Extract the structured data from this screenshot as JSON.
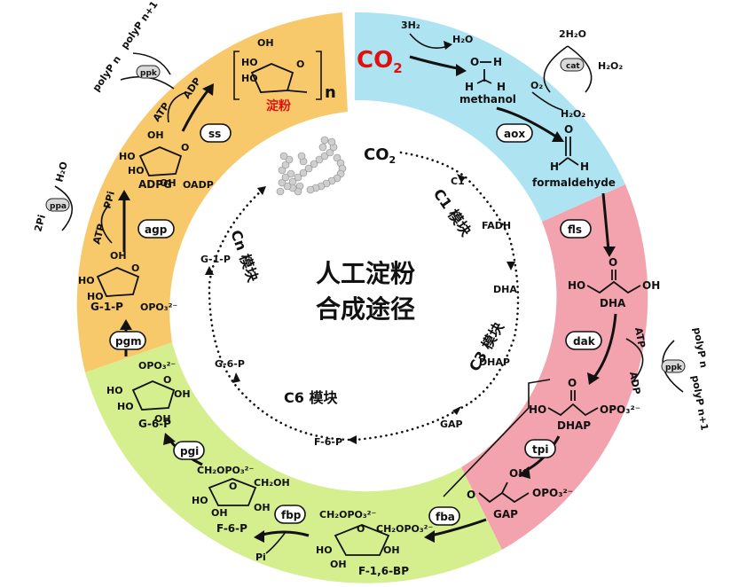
{
  "center_title": [
    "人工淀粉",
    "合成途径"
  ],
  "colors": {
    "blue": "#aee3f2",
    "red": "#f2a3ae",
    "green": "#d5ef8f",
    "orange": "#f7c96b",
    "accent_red": "#e01010"
  },
  "inner_cycle": {
    "co2": "CO",
    "co2_sub": "2",
    "c1": "C1",
    "c1_module": "C1 模块",
    "fadh": "FADH",
    "dha": "DHA",
    "c3_module": "C3 模块",
    "dhap": "DHAP",
    "gap": "GAP",
    "f6p": "F-6-P",
    "c6_module": "C6 模块",
    "g6p": "G-6-P",
    "g1p": "G-1-P",
    "cn_module": "Cn 模块"
  },
  "blue_sector": {
    "co2": "CO",
    "co2_sub": "2",
    "h2_in": "3H₂",
    "h2o_out": "H₂O",
    "methanol": "methanol",
    "methanol_atoms": [
      "O",
      "H",
      "H",
      "H"
    ],
    "enzyme_aox": "aox",
    "o2": "O₂",
    "h2o2": "H₂O₂",
    "cat_h2o": "2H₂O",
    "cat_h2o2": "H₂O₂",
    "enzyme_cat": "cat",
    "formaldehyde": "formaldehyde",
    "formaldehyde_atoms": [
      "O",
      "H",
      "H"
    ]
  },
  "red_sector": {
    "enzyme_fls": "fls",
    "dha_label": "DHA",
    "dha_atoms": [
      "O",
      "HO",
      "OH"
    ],
    "enzyme_dak": "dak",
    "atp": "ATP",
    "adp": "ADP",
    "ppk": "ppk",
    "polyp_n": "polyP n",
    "polyp_n1": "polyP n+1",
    "dhap_label": "DHAP",
    "dhap_atoms": [
      "O",
      "HO",
      "OPO₃²⁻"
    ],
    "enzyme_tpi": "tpi",
    "gap_label": "GAP",
    "gap_atoms": [
      "O",
      "OH",
      "OPO₃²⁻"
    ]
  },
  "green_sector": {
    "enzyme_fba": "fba",
    "f16bp": "F-1,6-BP",
    "f16bp_atoms": [
      "CH₂OPO₃²⁻",
      "CH₂OPO₃²⁻",
      "OH",
      "OH",
      "HO",
      "O"
    ],
    "enzyme_fbp": "fbp",
    "pi": "Pi",
    "f6p": "F-6-P",
    "f6p_atoms": [
      "CH₂OPO₃²⁻",
      "CH₂OH",
      "OH",
      "OH",
      "HO",
      "O"
    ],
    "enzyme_pgi": "pgi",
    "g6p": "G-6-P",
    "g6p_atoms": [
      "OPO₃²⁻",
      "HO",
      "HO",
      "OH",
      "OH",
      "O"
    ]
  },
  "orange_sector": {
    "enzyme_pgm": "pgm",
    "g1p": "G-1-P",
    "g1p_atoms": [
      "OH",
      "HO",
      "HO",
      "O",
      "OPO₃²⁻"
    ],
    "enzyme_agp": "agp",
    "atp": "ATP",
    "ppi": "PPi",
    "ppa": "ppa",
    "h2o": "H₂O",
    "two_pi": "2Pi",
    "adpg": "ADPG",
    "adpg_atoms": [
      "OH",
      "HO",
      "HO",
      "OH",
      "O",
      "OADP"
    ],
    "enzyme_ss": "ss",
    "atp2": "ATP",
    "adp": "ADP",
    "ppk": "ppk",
    "polyp_n": "polyP n",
    "polyp_n1": "polyP n+1",
    "starch_label": "淀粉",
    "starch_n": "n",
    "starch_atoms": [
      "OH",
      "HO",
      "HO",
      "O"
    ]
  }
}
